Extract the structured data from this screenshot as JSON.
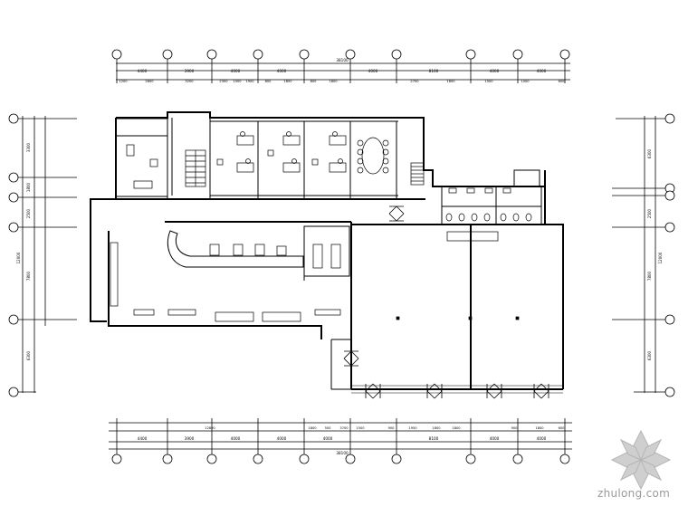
{
  "plan": {
    "total_top": "38100",
    "total_bottom": "38100",
    "top_dims": [
      "4400",
      "3900",
      "4000",
      "4000",
      "4000",
      "8100",
      "4000",
      "4000"
    ],
    "bottom_dims": [
      "4400",
      "3900",
      "4000",
      "4000",
      "4000",
      "8100",
      "4000",
      "4000"
    ],
    "top_sub_dims": [
      "1200",
      "2800",
      "3200",
      "2300",
      "1000",
      "1900",
      "800",
      "1800",
      "800",
      "1800",
      "2700",
      "1800",
      "1500",
      "1000",
      "600"
    ],
    "bottom_sub_dims": [
      "12800",
      "1800",
      "500",
      "3700",
      "1500",
      "900",
      "1950",
      "1800",
      "1800",
      "900",
      "1800",
      "600"
    ],
    "left_dims": [
      "3300",
      "1800",
      "2500",
      "12000",
      "7800",
      "6300"
    ],
    "right_dims": [
      "6300",
      "2500",
      "7800",
      "12000",
      "6300"
    ]
  },
  "watermark": {
    "text": "zhulong.com"
  }
}
